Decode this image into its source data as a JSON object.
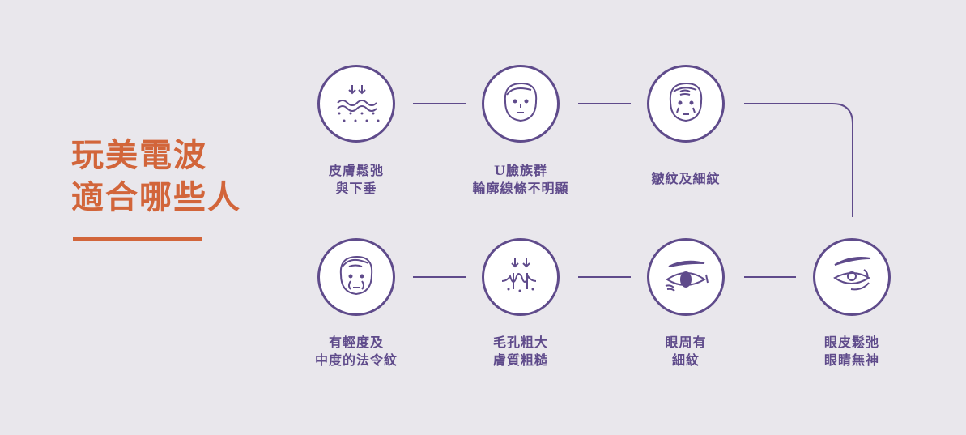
{
  "title": {
    "line1": "玩美電波",
    "line2": "適合哪些人"
  },
  "colors": {
    "accent": "#d2653a",
    "primary": "#5f4b8b",
    "background": "#e9e7ec"
  },
  "items": [
    {
      "icon": "skin-sagging-icon",
      "line1": "皮膚鬆弛",
      "line2": "與下垂"
    },
    {
      "icon": "u-face-icon",
      "line1": "U臉族群",
      "line2": "輪廓線條不明顯"
    },
    {
      "icon": "wrinkled-face-icon",
      "line1": "皺紋及細紋",
      "line2": ""
    },
    {
      "icon": "droopy-eye-icon",
      "line1": "眼皮鬆弛",
      "line2": "眼睛無神"
    },
    {
      "icon": "eye-fine-lines-icon",
      "line1": "眼周有",
      "line2": "細紋"
    },
    {
      "icon": "pores-icon",
      "line1": "毛孔粗大",
      "line2": "膚質粗糙"
    },
    {
      "icon": "nasolabial-folds-face-icon",
      "line1": "有輕度及",
      "line2": "中度的法令紋"
    }
  ]
}
